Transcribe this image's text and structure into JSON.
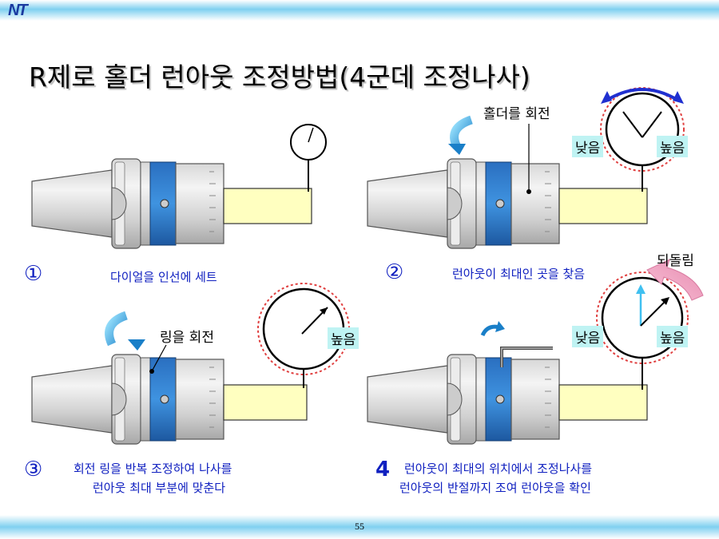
{
  "logo": "NT",
  "title": "R제로 홀더 런아웃 조정방법(4군데 조정나사)",
  "steps": [
    {
      "num": "①",
      "caption": "다이얼을 인선에 세트"
    },
    {
      "num": "②",
      "caption": "런아웃이 최대인 곳을 찾음",
      "callout": "홀더를 회전"
    },
    {
      "num": "③",
      "caption_line1": "회전 링을 반복 조정하여 나사를",
      "caption_line2": "런아웃 최대 부분에 맞춘다",
      "callout": "링을 회전"
    },
    {
      "num": "4",
      "caption_line1": "런아웃이 최대의 위치에서 조정나사를",
      "caption_line2": "런아웃의 반절까지 조여 런아웃을 확인",
      "callout": "되돌림"
    }
  ],
  "labels": {
    "low": "낮음",
    "high": "높음"
  },
  "page_number": "55"
}
